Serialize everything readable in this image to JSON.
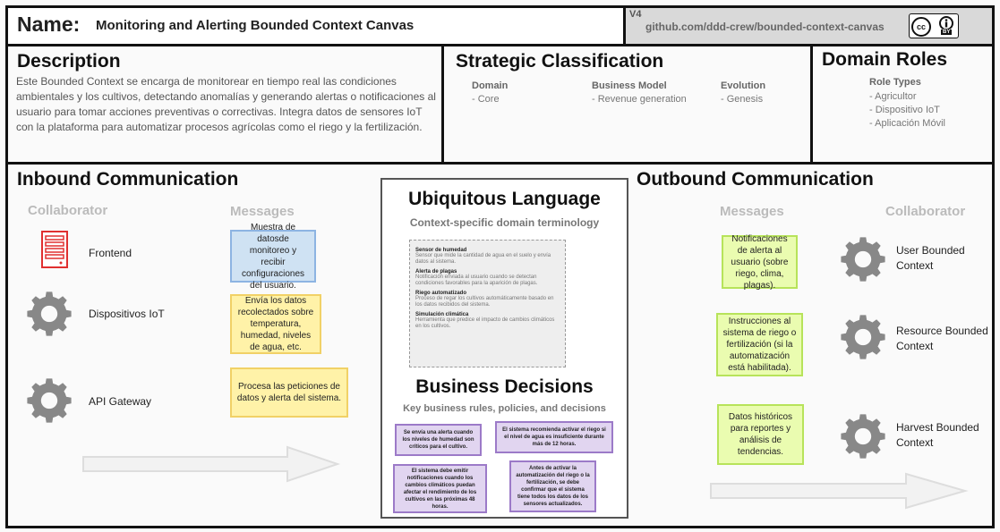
{
  "header": {
    "name_label": "Name:",
    "name_value": "Monitoring and Alerting Bounded Context Canvas",
    "version": "V4",
    "url": "github.com/ddd-crew/bounded-context-canvas",
    "license_left": "cc",
    "license_right": "BY"
  },
  "description": {
    "title": "Description",
    "text": "Este Bounded Context se encarga de monitorear en tiempo real las condiciones ambientales y los cultivos, detectando anomalías y generando alertas o notificaciones al usuario para tomar acciones preventivas o correctivas. Integra datos de sensores IoT con la plataforma para automatizar procesos agrícolas como el riego y la fertilización."
  },
  "strategic": {
    "title": "Strategic Classification",
    "domain_label": "Domain",
    "domain_value": "- Core",
    "business_model_label": "Business Model",
    "business_model_value": "- Revenue generation",
    "evolution_label": "Evolution",
    "evolution_value": "- Genesis"
  },
  "roles": {
    "title": "Domain Roles",
    "role_types_label": "Role Types",
    "items": [
      "- Agricultor",
      "- Dispositivo IoT",
      "- Aplicación Móvil"
    ]
  },
  "inbound": {
    "title": "Inbound Communication",
    "collaborator_head": "Collaborator",
    "messages_head": "Messages",
    "collaborators": [
      "Frontend",
      "Dispositivos IoT",
      "API Gateway"
    ],
    "messages": [
      "Muestra de datosde monitoreo y recibir configuraciones del usuario.",
      "Envía los datos recolectados sobre temperatura, humedad, niveles de agua, etc.",
      "Procesa las peticiones de datos y alerta del sistema."
    ]
  },
  "outbound": {
    "title": "Outbound Communication",
    "messages_head": "Messages",
    "collaborator_head": "Collaborator",
    "collaborators": [
      "User Bounded Context",
      "Resource Bounded Context",
      "Harvest Bounded Context"
    ],
    "messages": [
      "Notificaciones de alerta al usuario (sobre riego, clima, plagas).",
      "Instrucciones al sistema de riego o fertilización (si la automatización está habilitada).",
      "Datos históricos para reportes y análisis de tendencias."
    ]
  },
  "ubiquitous": {
    "title": "Ubiquitous Language",
    "subtitle": "Context-specific domain terminology",
    "terms": [
      {
        "name": "Sensor de humedad",
        "def": "Sensor que mide la cantidad de agua en el suelo y envía datos al sistema."
      },
      {
        "name": "Alerta de plagas",
        "def": "Notificación enviada al usuario cuando se detectan condiciones favorables para la aparición de plagas."
      },
      {
        "name": "Riego automatizado",
        "def": "Proceso de regar los cultivos automáticamente basado en los datos recibidos del sistema."
      },
      {
        "name": "Simulación climática",
        "def": "Herramienta que predice el impacto de cambios climáticos en los cultivos."
      }
    ]
  },
  "business": {
    "title": "Business Decisions",
    "subtitle": "Key business rules, policies, and decisions",
    "decisions": [
      "Se envía una alerta cuando los niveles de humedad son críticos para el cultivo.",
      "El sistema recomienda activar el riego si el nivel de agua es insuficiente durante más de 12 horas.",
      "El sistema debe emitir notificaciones cuando los cambios climáticos puedan afectar el rendimiento de los cultivos en las próximas 48 horas.",
      "Antes de activar la automatización del riego o la fertilización, se debe confirmar que el sistema tiene todos los datos de los sensores actualizados."
    ]
  },
  "colors": {
    "gear": "#888888",
    "server_icon": "#e03030",
    "arrow_fill": "#f2f2f2",
    "arrow_stroke": "#dddddd"
  }
}
